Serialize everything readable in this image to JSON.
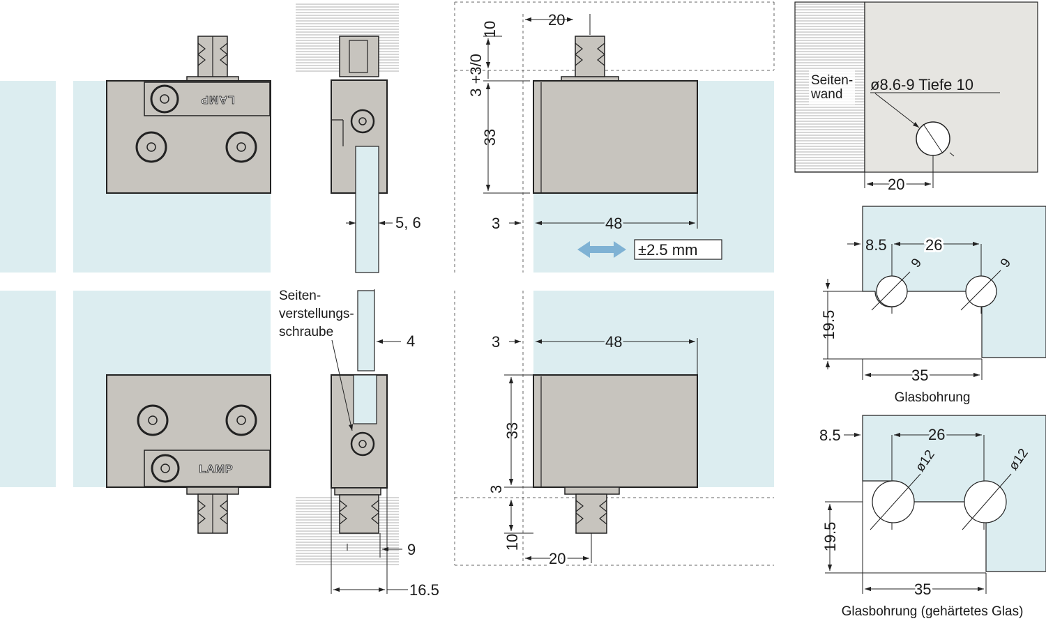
{
  "labels": {
    "seitenwand": [
      "Seiten-",
      "wand"
    ],
    "bore_spec": "ø8.6-9  Tiefe 10",
    "seitenverstellungsschraube": [
      "Seiten-",
      "verstellungs-",
      "schraube"
    ],
    "tolerance": "±2.5 mm",
    "logo": "LAMP",
    "glasbohrung": "Glasbohrung",
    "glasbohrung_gehaertet": "Glasbohrung (gehärtetes Glas)"
  },
  "dimensions": {
    "side_glass_thickness": "5, 6",
    "side_gap": "4",
    "side_plug_dia": "9",
    "side_depth": "16.5",
    "front_top_plug_height": "10",
    "front_top_offset": "3 +3/0",
    "front_top_body_height": "33",
    "front_top_plug_pos": "20",
    "front_top_left_offset": "3",
    "front_top_width": "48",
    "front_bottom_left_offset": "3",
    "front_bottom_width": "48",
    "front_bottom_body_height": "33",
    "front_bottom_offset": "3",
    "front_bottom_plug_height": "10",
    "front_bottom_plug_pos": "20",
    "wall_hole_pos": "20",
    "glass1_edge": "8.5",
    "glass1_pitch": "26",
    "glass1_dia_a": "9",
    "glass1_dia_b": "9",
    "glass1_height": "19.5",
    "glass1_width": "35",
    "glass2_edge": "8.5",
    "glass2_pitch": "26",
    "glass2_dia_a": "ø12",
    "glass2_dia_b": "ø12",
    "glass2_height": "19.5",
    "glass2_width": "35"
  },
  "colors": {
    "glass": "#dcedf0",
    "body": "#c7c4be",
    "arrow": "#7fb2d4"
  }
}
